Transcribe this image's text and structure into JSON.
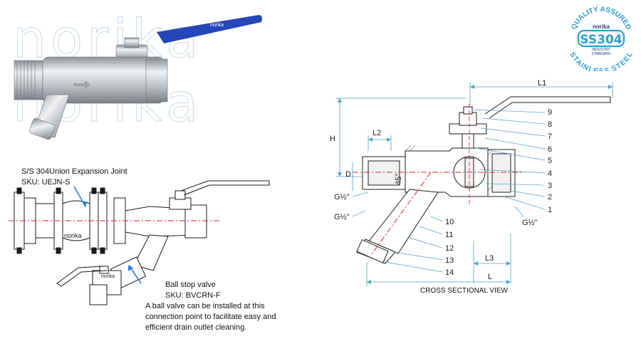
{
  "watermark": {
    "text": "norika"
  },
  "badge": {
    "top_text": "QUALITY ASSURED",
    "brand": "norika",
    "grade": "SS304",
    "sub1": "INDUSTRY",
    "sub2": "STANDARD",
    "bottom_text": "STAINLESS STEEL",
    "color": "#2a9fd8"
  },
  "union_callout": {
    "line1": "S/S 304Union Expansion Joint",
    "line2": "SKU: UEJN-S"
  },
  "ball_valve_callout": {
    "line1": "Ball stop valve",
    "line2": "SKU: BVCRN-F",
    "line3": "A ball valve can be installed at this",
    "line4": "connection point to facilitate easy and",
    "line5": "efficient drain outlet cleaning."
  },
  "assembly": {
    "brand1": "norika",
    "brand2": "norika"
  },
  "cross_section": {
    "caption": "CROSS SECTIONAL VIEW",
    "dims": {
      "L1": "L1",
      "L2": "L2",
      "L3": "L3",
      "L": "L",
      "H": "H",
      "D": "D",
      "angle": "45°",
      "thread_left": "G½\"",
      "thread_left2": "G½\"",
      "thread_right": "G½\""
    },
    "parts": [
      "9",
      "8",
      "7",
      "6",
      "5",
      "4",
      "3",
      "2",
      "1",
      "10",
      "11",
      "12",
      "13",
      "14"
    ]
  },
  "colors": {
    "handle": "#2346b8",
    "metal": "#c9ccd1",
    "dim_line": "#4aa3cf",
    "centerline": "#e0222a"
  }
}
